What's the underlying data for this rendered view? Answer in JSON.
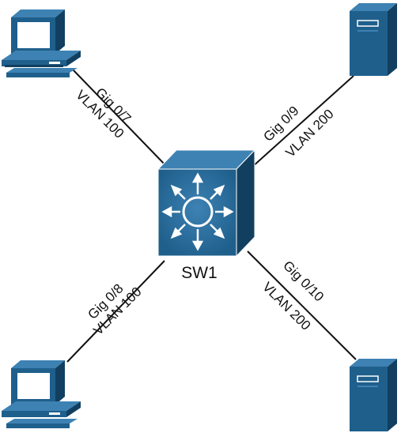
{
  "colors": {
    "device": "#1f5f8c",
    "device_light": "#3d82b3",
    "device_dark": "#123f60",
    "screen": "#ffffff",
    "link": "#111111"
  },
  "switch": {
    "name": "SW1",
    "icon": "multilayer-switch-icon"
  },
  "links": [
    {
      "port": "Gig 0/7",
      "vlan": "VLAN 100",
      "device": "pc-icon"
    },
    {
      "port": "Gig 0/9",
      "vlan": "VLAN 200",
      "device": "server-icon"
    },
    {
      "port": "Gig 0/8",
      "vlan": "VLAN 100",
      "device": "pc-icon"
    },
    {
      "port": "Gig 0/10",
      "vlan": "VLAN 200",
      "device": "server-icon"
    }
  ]
}
